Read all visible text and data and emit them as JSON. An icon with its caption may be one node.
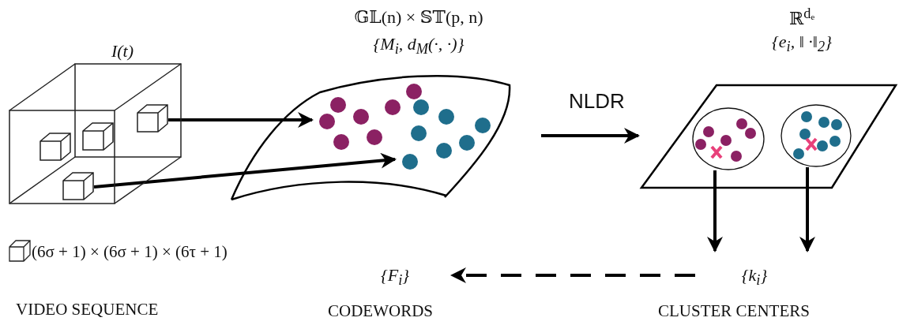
{
  "diagram": {
    "nodes": [
      {
        "text": [
          "I(t)"
        ]
      },
      {
        "text": [],
        "shape": "box",
        "in": 0
      },
      {
        "text": [],
        "shape": "box",
        "in": 0
      },
      {
        "text": [],
        "shape": "box",
        "in": 0
      },
      {
        "text": [],
        "shape": "box",
        "in": 0
      },
      {
        "text": [
          "𝔾𝕃(n) × 𝕊𝕋(p, n)",
          "{M$_{i}$, d$_{M}$(·, ·)}"
        ]
      },
      {
        "text": [
          "ℝ$^{dₑ}$",
          "{e$_{i}$, ‖ ·‖$_{2}$}"
        ]
      },
      {
        "text": [],
        "shape": "circle",
        "in": 6
      },
      {
        "text": [],
        "shape": "circle",
        "in": 6
      },
      {
        "text": [
          "{F$_{i}$}"
        ]
      },
      {
        "text": [
          "{k$_{i}$}"
        ]
      }
    ],
    "edges": [
      {
        "from": 4,
        "to": 5,
        "arrow": "to"
      },
      {
        "from": 2,
        "to": 5,
        "arrow": "to"
      },
      {
        "from": 5,
        "to": 6,
        "arrow": "to",
        "label": "NLDR"
      },
      {
        "from": 7,
        "to": 10,
        "arrow": "to"
      },
      {
        "from": 8,
        "to": 10,
        "arrow": "to"
      },
      {
        "from": 10,
        "to": 9,
        "arrow": "to",
        "style": "dashed"
      }
    ],
    "labels": [
      "(6σ + 1) × (6σ + 1) × (6τ + 1)",
      "VIDEO SEQUENCE",
      "CODEWORDS",
      "CLUSTER CENTERS"
    ]
  }
}
